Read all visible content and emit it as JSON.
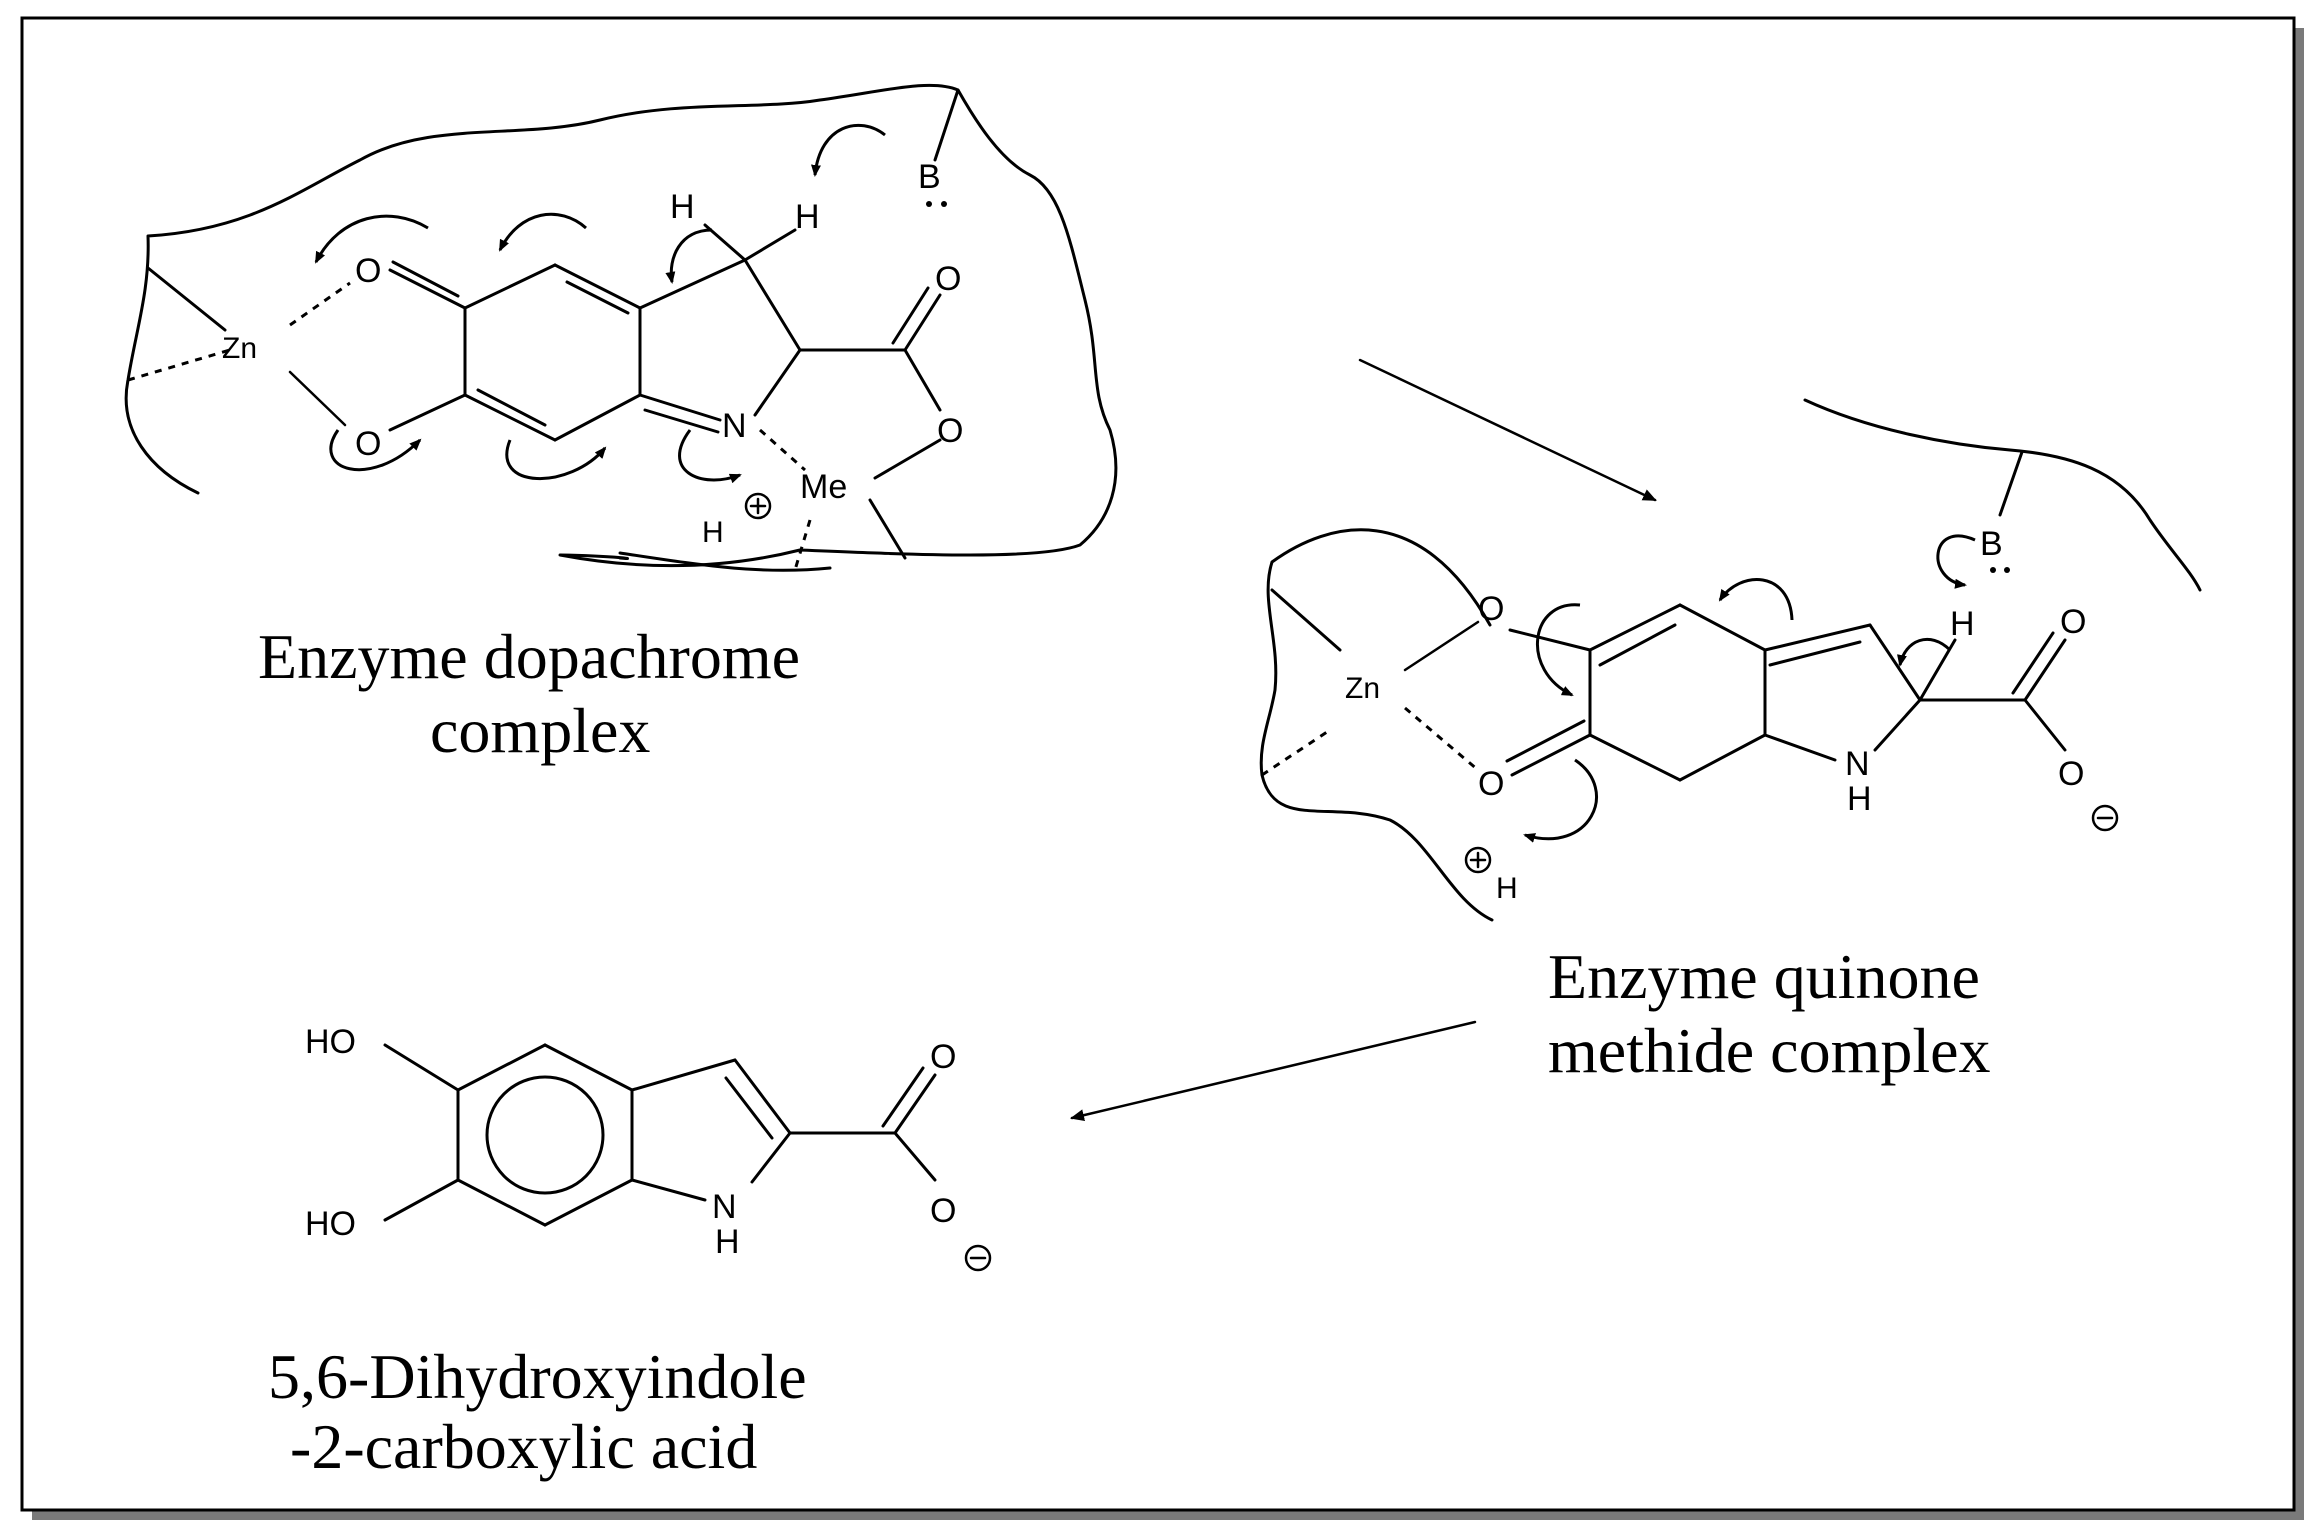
{
  "captions": {
    "enzyme_dopachrome": [
      "Enzyme dopachrome",
      "complex"
    ],
    "enzyme_quinone_methide": [
      "Enzyme quinone",
      "methide complex"
    ],
    "product": [
      "5,6-Dihydroxyindole",
      "-2-carboxylic acid"
    ]
  },
  "structure1": {
    "zn": "Zn",
    "o_top": "O",
    "o_bottom": "O",
    "n": "N",
    "h1": "H",
    "h2": "H",
    "o_carbonyl": "O",
    "o_ester": "O",
    "me": "Me",
    "base": "B",
    "proton": "H"
  },
  "structure2": {
    "zn": "Zn",
    "o_top": "O",
    "o_bottom": "O",
    "nh_n": "N",
    "nh_h": "H",
    "h": "H",
    "o_carbonyl": "O",
    "o_anion": "O",
    "base": "B",
    "proton": "H"
  },
  "structure3": {
    "ho_top": "HO",
    "ho_bottom": "HO",
    "nh_n": "N",
    "nh_h": "H",
    "o_carbonyl": "O",
    "o_anion": "O"
  }
}
